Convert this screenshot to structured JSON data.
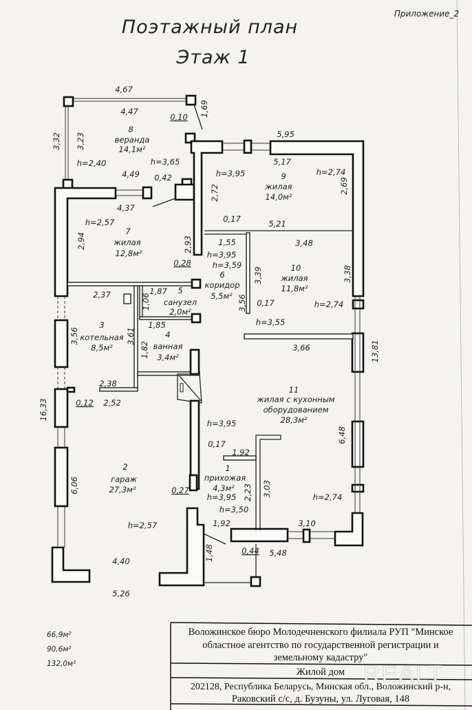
{
  "appendix": "Приложение_2",
  "title": "Поэтажный план",
  "floor": "Этаж 1",
  "rooms": [
    {
      "num": "8",
      "name": "веранда",
      "area": "14,1м²"
    },
    {
      "num": "9",
      "name": "жилая",
      "area": "14,0м²"
    },
    {
      "num": "7",
      "name": "жилая",
      "area": "12,8м²"
    },
    {
      "num": "10",
      "name": "жилая",
      "area": "11,8м²"
    },
    {
      "num": "6",
      "name": "коридор",
      "area": "5,5м²"
    },
    {
      "num": "5",
      "name": "санузел",
      "area": "2,0м²"
    },
    {
      "num": "3",
      "name": "котельная",
      "area": "8,5м²"
    },
    {
      "num": "4",
      "name": "ванная",
      "area": "3,4м²"
    },
    {
      "num": "11",
      "name": "жилая с кухонным",
      "name2": "оборудованием",
      "area": "28,3м²"
    },
    {
      "num": "2",
      "name": "гараж",
      "area": "27,3м²"
    },
    {
      "num": "1",
      "name": "прихожая",
      "area": "4,3м²"
    }
  ],
  "dims": [
    "4,67",
    "4,47",
    "0,10",
    "1,69",
    "3,32",
    "3,23",
    "4,49",
    "0,42",
    "4,37",
    "5,95",
    "5,17",
    "2,72",
    "2,69",
    "0,17",
    "5,21",
    "2,94",
    "2,93",
    "1,55",
    "3,48",
    "0,28",
    "3,39",
    "3,38",
    "2,37",
    "1,87",
    "1,06",
    "3,56",
    "0,17",
    "1,85",
    "3,56",
    "3,61",
    "1,82",
    "3,66",
    "13,81",
    "2,38",
    "2,52",
    "0,12",
    "16,33",
    "6,48",
    "0,17",
    "1,92",
    "6,06",
    "2,23",
    "3,03",
    "0,27",
    "1,92",
    "3,10",
    "0,44",
    "5,48",
    "1,48",
    "4,40",
    "5,26"
  ],
  "heights": [
    "h=2,40",
    "h=3,65",
    "h=3,95",
    "h=2,74",
    "h=2,57",
    "h=3,95",
    "h=3,59",
    "h=2,74",
    "h=3,55",
    "h=3,95",
    "h=3,95",
    "h=2,74",
    "h=3,50",
    "h=2,57"
  ],
  "totals": [
    "66,9м²",
    "90,6м²",
    "132,0м²"
  ],
  "stamp": {
    "org_line1": "Воложинское бюро Молодечненского филиала РУП \"Минское",
    "org_line2": "областное  агентство  по государственной регистрации и",
    "org_line3": "земельному кадастру\"",
    "object": "Жилой дом",
    "address_line1": "202128, Республика Беларусь, Минская обл., Воложинский р-н,",
    "address_line2": "Раковский с/с, д. Бузуны, ул. Луговая, 148"
  },
  "watermark": "REALT"
}
